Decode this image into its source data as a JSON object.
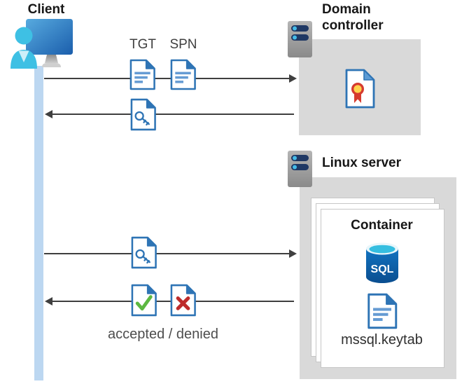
{
  "client": {
    "label": "Client"
  },
  "domain_controller": {
    "title": "Domain controller"
  },
  "linux_server": {
    "title": "Linux server"
  },
  "container": {
    "title": "Container",
    "sql_badge": "SQL",
    "keytab_label": "mssql.keytab"
  },
  "messages": {
    "tgt": "TGT",
    "spn": "SPN",
    "accepted_denied": "accepted / denied"
  },
  "icons": {
    "client": "workstation-user-icon",
    "domain_controller": "server-rack-icon",
    "linux_server": "server-rack-icon",
    "certificate": "certificate-document-icon",
    "ticket": "document-icon",
    "key": "key-document-icon",
    "accepted": "check-document-icon",
    "denied": "x-document-icon",
    "database": "sql-database-icon",
    "keytab": "document-icon"
  },
  "colors": {
    "document_blue": "#2e74b5",
    "document_lines_blue": "#659bd3",
    "accepted_green": "#5cb841",
    "denied_red": "#be2c2c",
    "box_gray": "#d9d9d9",
    "lifeline_blue": "#bcd7f1",
    "arrow_gray": "#3f3f3f",
    "sql_body_blue": "#0d63b0",
    "sql_top_cyan": "#35bee0",
    "person_cyan": "#3ec0e4",
    "server_bar_navy": "#1f3864"
  }
}
